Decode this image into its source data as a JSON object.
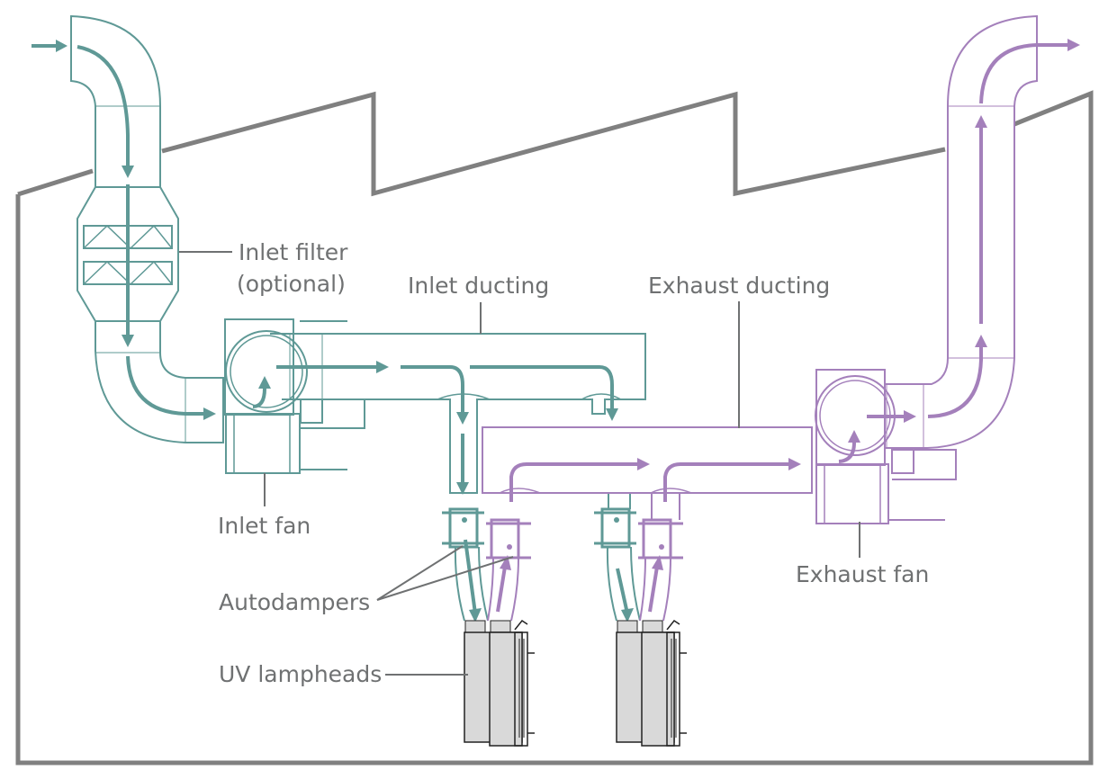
{
  "diagram": {
    "title": "UV lamphead inlet/exhaust ducting layout",
    "colors": {
      "inlet_flow": "#5f9996",
      "exhaust_flow": "#a480bb",
      "building_outline": "#808080",
      "label_text": "#6f7172",
      "lamphead_fill": "#d9d9d9"
    },
    "labels": {
      "inlet_filter_line1": "Inlet filter",
      "inlet_filter_line2": "(optional)",
      "inlet_ducting": "Inlet ducting",
      "exhaust_ducting": "Exhaust ducting",
      "inlet_fan": "Inlet fan",
      "exhaust_fan": "Exhaust fan",
      "autodampers": "Autodampers",
      "uv_lampheads": "UV lampheads"
    },
    "components": [
      {
        "name": "Inlet filter",
        "qualifier": "optional",
        "flow": "inlet"
      },
      {
        "name": "Inlet fan",
        "flow": "inlet"
      },
      {
        "name": "Inlet ducting",
        "flow": "inlet"
      },
      {
        "name": "Exhaust ducting",
        "flow": "exhaust"
      },
      {
        "name": "Exhaust fan",
        "flow": "exhaust"
      },
      {
        "name": "Autodampers",
        "count": 4
      },
      {
        "name": "UV lampheads",
        "count": 2
      }
    ]
  }
}
